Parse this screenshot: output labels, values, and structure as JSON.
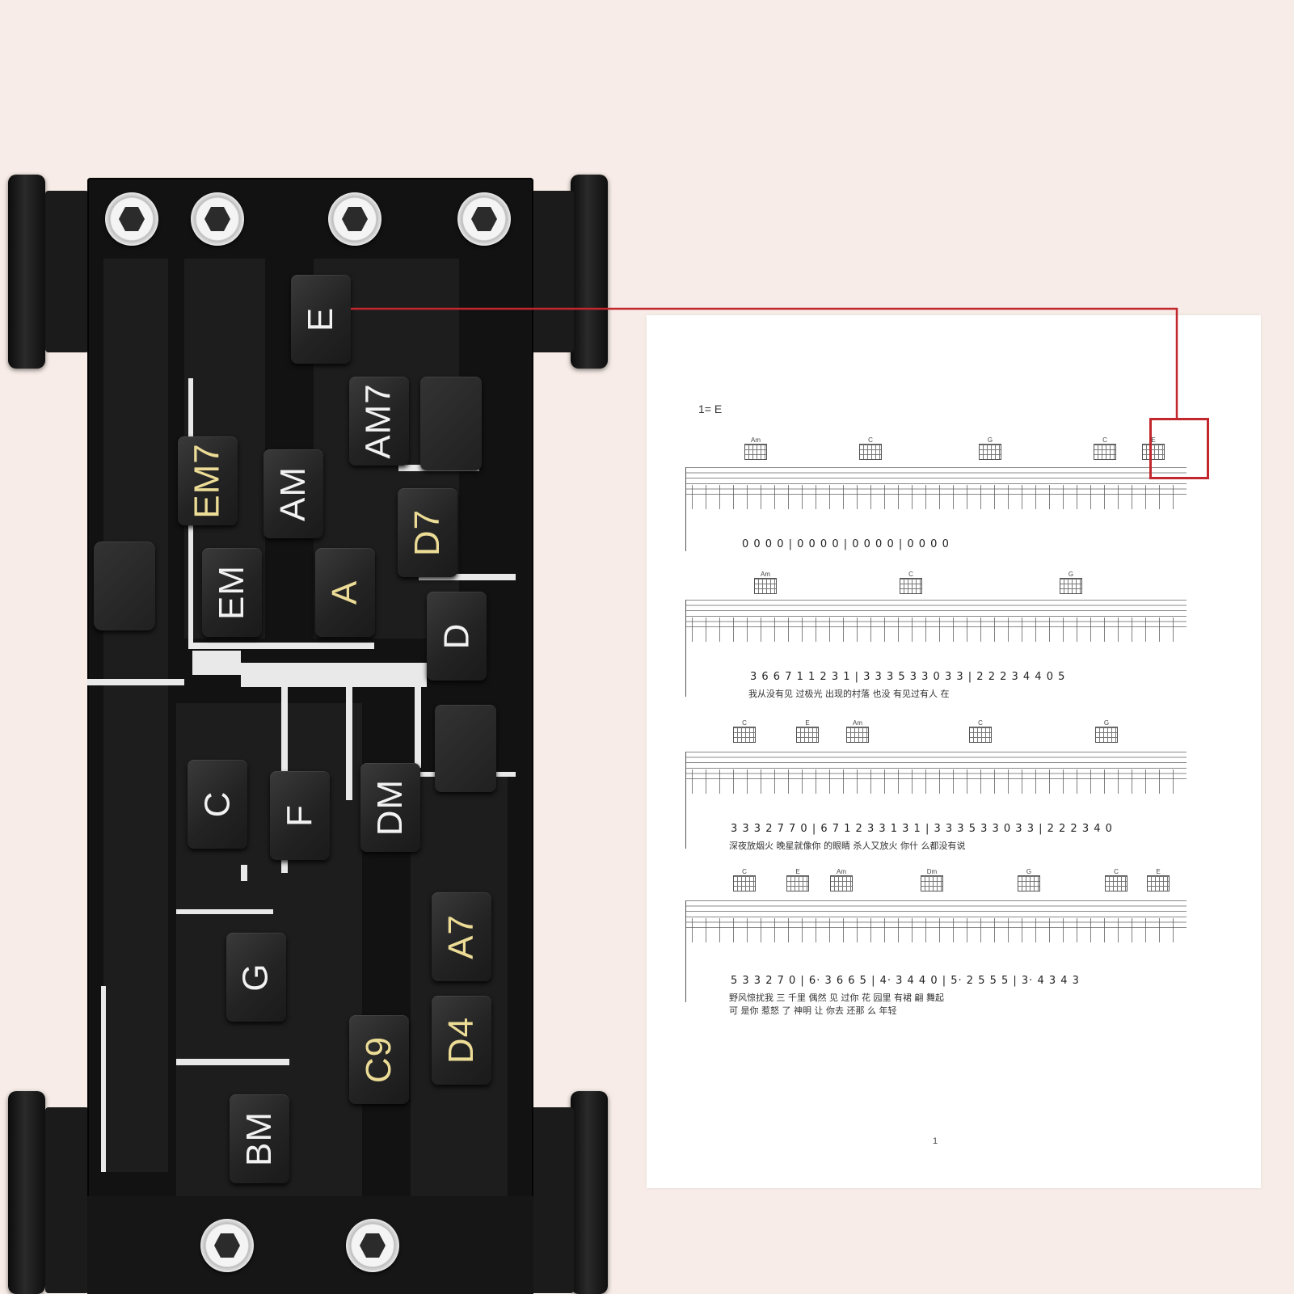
{
  "device": {
    "keys": [
      {
        "id": "E",
        "label": "E",
        "color": "white"
      },
      {
        "id": "AM7",
        "label": "AM7",
        "color": "white"
      },
      {
        "id": "EM7",
        "label": "EM7",
        "color": "gold"
      },
      {
        "id": "AM",
        "label": "AM",
        "color": "white"
      },
      {
        "id": "D7",
        "label": "D7",
        "color": "gold"
      },
      {
        "id": "EM",
        "label": "EM",
        "color": "white"
      },
      {
        "id": "A",
        "label": "A",
        "color": "gold"
      },
      {
        "id": "D",
        "label": "D",
        "color": "white"
      },
      {
        "id": "C",
        "label": "C",
        "color": "white"
      },
      {
        "id": "F",
        "label": "F",
        "color": "white"
      },
      {
        "id": "DM",
        "label": "DM",
        "color": "white"
      },
      {
        "id": "A7",
        "label": "A7",
        "color": "gold"
      },
      {
        "id": "G",
        "label": "G",
        "color": "white"
      },
      {
        "id": "C9",
        "label": "C9",
        "color": "gold"
      },
      {
        "id": "D4",
        "label": "D4",
        "color": "gold"
      },
      {
        "id": "BM",
        "label": "BM",
        "color": "white"
      }
    ],
    "colors": {
      "white": "#f2f2f2",
      "gold": "#ecdc96",
      "body": "#121212",
      "pointer": "#c1272d"
    }
  },
  "sheet": {
    "key_signature": "1= E",
    "page_number": "1",
    "systems": [
      {
        "chords": [
          "Am",
          "C",
          "G",
          "C",
          "E"
        ],
        "numbers": "0  0  0  0  |  0  0  0  0  |  0  0  0  0  |  0  0  0  0",
        "lyrics": []
      },
      {
        "chords": [
          "Am",
          "C",
          "G"
        ],
        "numbers": "3 6 6 7 1 1 2 3 1  |  3 3 3 5 3 3   0 3 3  |  2 2 2 3 4 4   0 5",
        "lyrics": [
          "我从没有见 过极光  出现的村落     也没 有见过有人      在"
        ]
      },
      {
        "chords": [
          "C",
          "E",
          "Am",
          "C",
          "G"
        ],
        "numbers": "3 3 3 2 7 7  0  |  6 7 1 2 3 3 1 3 1  |  3 3 3 5 3 3   0 3 3  |  2 2 2 3 4  0",
        "lyrics": [
          "深夜放烟火      晚星就像你  的眼睛  杀人又放火      你什  么都没有说"
        ]
      },
      {
        "chords": [
          "C",
          "E",
          "Am",
          "Dm",
          "G",
          "C",
          "E"
        ],
        "numbers": "5 3 3 2 7  0  |  6·  3 6  6 5  |  4·  3 4 4  0  |  5·  2 5  5 5  |  3·  4 3 4 3",
        "lyrics": [
          "野风惊扰我      三  千里 偶然  见  过你        花  园里 有裙  翩  舞起",
          "                可  是你 惹怒  了  神明        让  你去 还那  么  年轻"
        ]
      }
    ]
  }
}
